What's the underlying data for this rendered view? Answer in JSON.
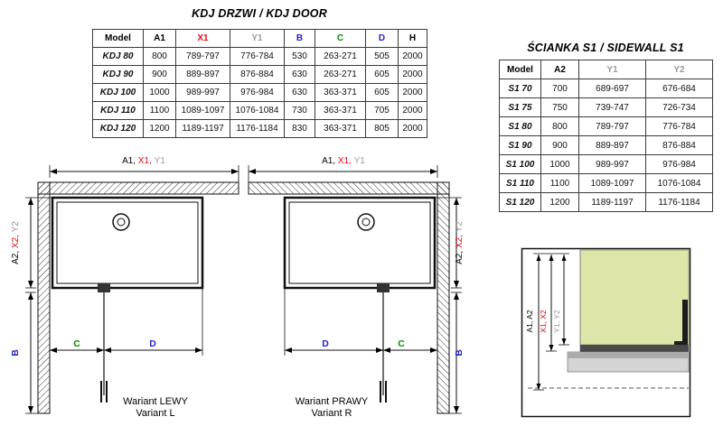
{
  "colors": {
    "red": "#e30613",
    "gray": "#9a9a9a",
    "blue": "#2222cc",
    "green": "#008a00",
    "glass": "#dde6a8"
  },
  "kdj": {
    "title": "KDJ DRZWI / KDJ DOOR",
    "headers": [
      {
        "label": "Model",
        "color": "black"
      },
      {
        "label": "A1",
        "color": "black"
      },
      {
        "label": "X1",
        "color": "red"
      },
      {
        "label": "Y1",
        "color": "gray"
      },
      {
        "label": "B",
        "color": "blue"
      },
      {
        "label": "C",
        "color": "green"
      },
      {
        "label": "D",
        "color": "blue"
      },
      {
        "label": "H",
        "color": "black"
      }
    ],
    "rows": [
      [
        "KDJ 80",
        "800",
        "789-797",
        "776-784",
        "530",
        "263-271",
        "505",
        "2000"
      ],
      [
        "KDJ 90",
        "900",
        "889-897",
        "876-884",
        "630",
        "263-271",
        "605",
        "2000"
      ],
      [
        "KDJ 100",
        "1000",
        "989-997",
        "976-984",
        "630",
        "363-371",
        "605",
        "2000"
      ],
      [
        "KDJ 110",
        "1100",
        "1089-1097",
        "1076-1084",
        "730",
        "363-371",
        "705",
        "2000"
      ],
      [
        "KDJ 120",
        "1200",
        "1189-1197",
        "1176-1184",
        "830",
        "363-371",
        "805",
        "2000"
      ]
    ]
  },
  "s1": {
    "title": "ŚCIANKA S1 / SIDEWALL S1",
    "headers": [
      {
        "label": "Model",
        "color": "black"
      },
      {
        "label": "A2",
        "color": "black"
      },
      {
        "label": "Y1",
        "color": "gray"
      },
      {
        "label": "Y2",
        "color": "gray"
      }
    ],
    "rows": [
      [
        "S1 70",
        "700",
        "689-697",
        "676-684"
      ],
      [
        "S1 75",
        "750",
        "739-747",
        "726-734"
      ],
      [
        "S1 80",
        "800",
        "789-797",
        "776-784"
      ],
      [
        "S1 90",
        "900",
        "889-897",
        "876-884"
      ],
      [
        "S1 100",
        "1000",
        "989-997",
        "976-984"
      ],
      [
        "S1 110",
        "1100",
        "1089-1097",
        "1076-1084"
      ],
      [
        "S1 120",
        "1200",
        "1189-1197",
        "1176-1184"
      ]
    ]
  },
  "dims": {
    "a1": "A1, ",
    "x1": "X1, ",
    "y1": "Y1",
    "a2": "A2, ",
    "x2": "X2, ",
    "y2": "Y2",
    "b": "B",
    "c": "C",
    "d": "D"
  },
  "variants": {
    "left": {
      "line1": "Wariant LEWY",
      "line2": "Variant L"
    },
    "right": {
      "line1": "Wariant PRAWY",
      "line2": "Variant R"
    }
  },
  "section": {
    "label_a": "A1, A2",
    "label_x": "X1, X2",
    "label_y": "Y1, Y2"
  }
}
